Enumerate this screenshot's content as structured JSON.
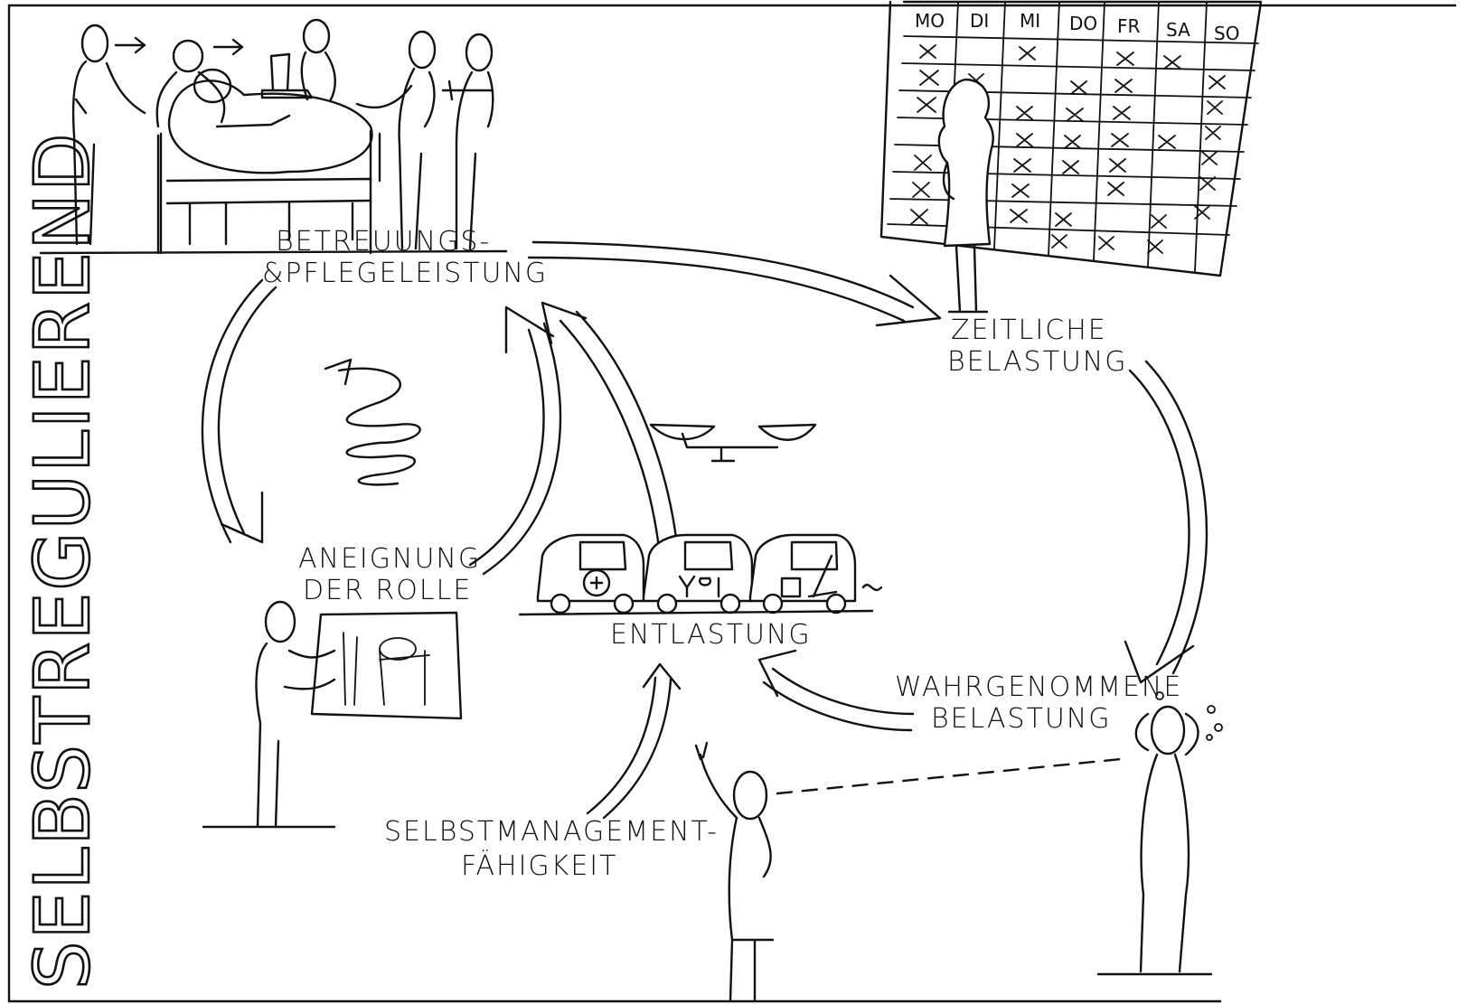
{
  "side_title": "SELBSTREGULIEREND",
  "nodes": {
    "care": {
      "line1": "BETREUUNGS-",
      "line2": "&PFLEGELEISTUNG"
    },
    "time_burden": {
      "line1": "ZEITLICHE",
      "line2": "BELASTUNG"
    },
    "perceived_burden": {
      "line1": "WAHRGENOMMENE",
      "line2": "BELASTUNG"
    },
    "relief": {
      "line1": "ENTLASTUNG"
    },
    "role": {
      "line1": "ANEIGNUNG",
      "line2": "DER ROLLE"
    },
    "self_management": {
      "line1": "SELBSTMANAGEMENT-",
      "line2": "FÄHIGKEIT"
    }
  },
  "calendar": {
    "days": [
      "MO",
      "DI",
      "MI",
      "DO",
      "FR",
      "SA",
      "SO"
    ]
  },
  "icons": [
    "care-bed-scene",
    "calendar-figure",
    "spiral-icon",
    "balance-scale-icon",
    "ambulance-van-icon",
    "meal-van-icon",
    "cleaning-van-icon",
    "teaching-figure",
    "pointing-figure",
    "stressed-figure"
  ]
}
